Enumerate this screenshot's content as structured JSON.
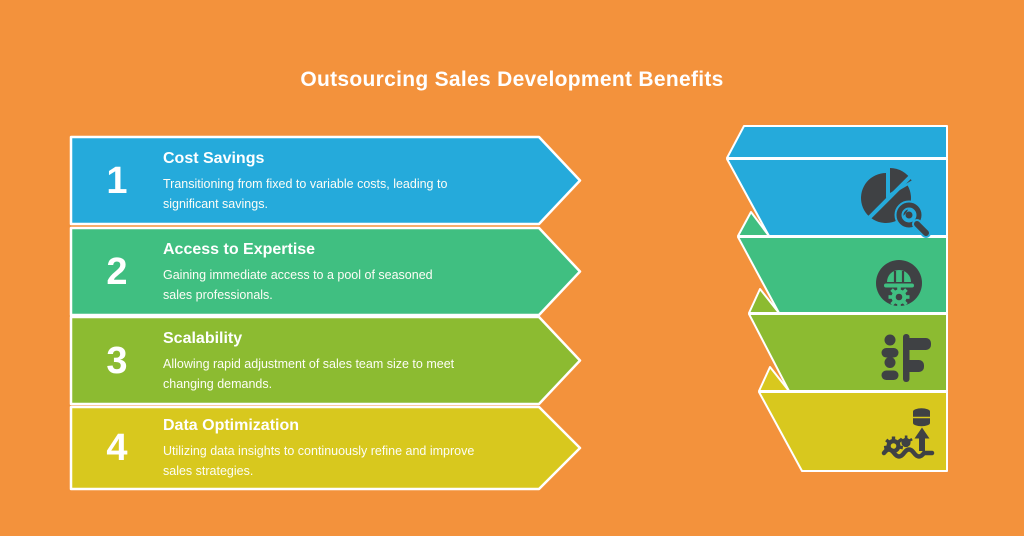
{
  "title": "Outsourcing Sales Development Benefits",
  "colors": {
    "background": "#F3923C",
    "band_blue": "#25AADB",
    "band_green": "#40BF81",
    "band_olive": "#8CBB31",
    "band_yellow": "#D8C81E",
    "icon_dark": "#3F4144",
    "text_white": "#FFFFFF"
  },
  "items": [
    {
      "number": "1",
      "title": "Cost Savings",
      "description": "Transitioning from fixed to variable costs, leading to significant savings.",
      "icon": "pie-chart-magnifier-icon"
    },
    {
      "number": "2",
      "title": "Access to Expertise",
      "description": "Gaining immediate access to a pool of seasoned sales professionals.",
      "icon": "engineer-hardhat-gear-icon"
    },
    {
      "number": "3",
      "title": "Scalability",
      "description": "Allowing rapid adjustment of sales team size to meet changing demands.",
      "icon": "team-signpost-icon"
    },
    {
      "number": "4",
      "title": "Data Optimization",
      "description": "Utilizing data insights to continuously refine and improve sales strategies.",
      "icon": "data-gears-growth-icon"
    }
  ]
}
